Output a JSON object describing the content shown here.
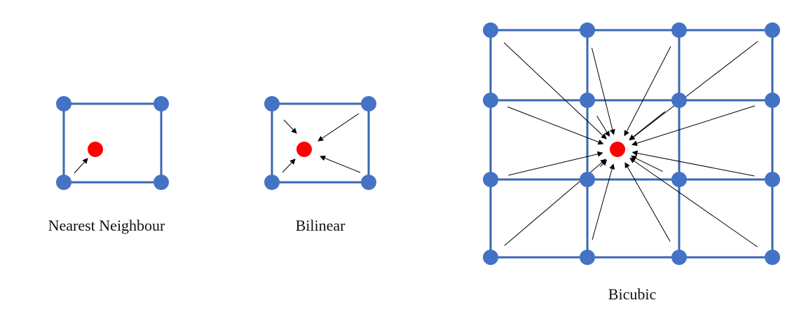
{
  "panels": {
    "nearest": {
      "caption": "Nearest Neighbour"
    },
    "bilinear": {
      "caption": "Bilinear"
    },
    "bicubic": {
      "caption": "Bicubic"
    }
  },
  "colors": {
    "grid": "#3a67b0",
    "node": "#4472c4",
    "target": "#ff0000",
    "arrow": "#000000"
  }
}
